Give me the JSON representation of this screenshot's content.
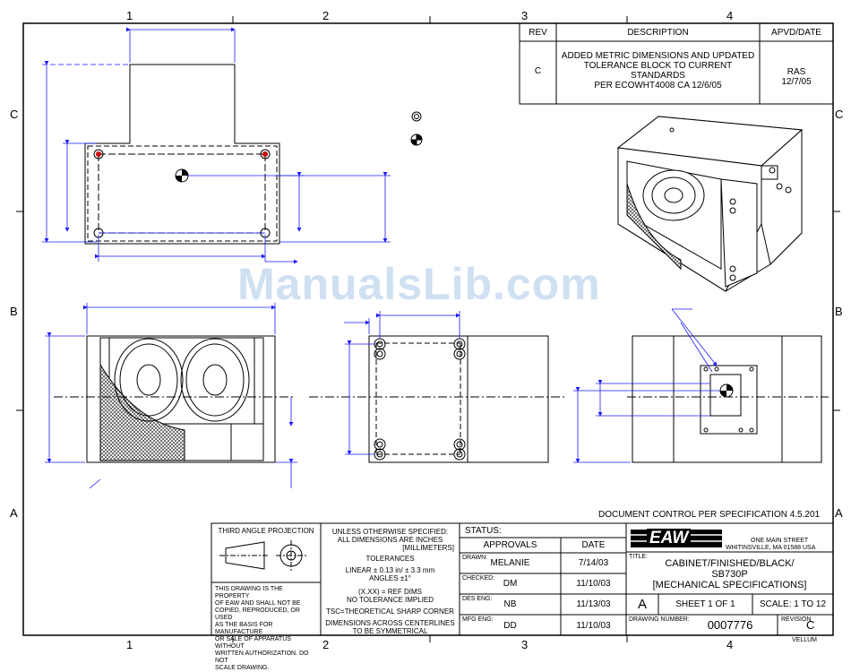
{
  "border": {
    "zones_top": [
      "1",
      "2",
      "3",
      "4"
    ],
    "zones_bottom": [
      "1",
      "2",
      "3",
      "4"
    ],
    "zones_left": [
      "C",
      "B",
      "A"
    ],
    "zones_right": [
      "C",
      "B",
      "A"
    ]
  },
  "revision_block": {
    "headers": {
      "rev": "REV",
      "description": "DESCRIPTION",
      "approved": "APVD/DATE"
    },
    "rev": "C",
    "description_lines": [
      "ADDED METRIC DIMENSIONS AND UPDATED",
      "TOLERANCE BLOCK TO CURRENT",
      "STANDARDS",
      "PER ECOWHT4008 CA 12/6/05"
    ],
    "approved_lines": [
      "RAS",
      "12/7/05"
    ]
  },
  "watermark": "ManualsLib.com",
  "doc_control": "DOCUMENT CONTROL PER SPECIFICATION 4.5.201",
  "projection": {
    "label": "THIRD ANGLE PROJECTION"
  },
  "property_notice": [
    "THIS DRAWING IS THE PROPERTY",
    "OF EAW AND SHALL NOT BE",
    "COPIED, REPRODUCED, OR USED",
    "AS THE BASIS FOR MANUFACTURE",
    "OR SALE OF APPARATUS WITHOUT",
    "WRITTEN AUTHORIZATION. DO NOT",
    "SCALE DRAWING."
  ],
  "tolerance_block": {
    "lines1": [
      "UNLESS OTHERWISE SPECIFIED:",
      "ALL DIMENSIONS ARE INCHES",
      "[MILLIMETERS]"
    ],
    "tolerances": "TOLERANCES",
    "linear": "LINEAR ± 0.13 in/ ± 3.3 mm",
    "angles": "ANGLES ±1°",
    "ref": "(X.XX) = REF DIMS",
    "no_tol": "NO TOLERANCE IMPLIED",
    "tsc": "TSC=THEORETICAL SHARP CORNER",
    "sym1": "DIMENSIONS ACROSS CENTERLINES",
    "sym2": "TO BE SYMMETRICAL"
  },
  "approvals": {
    "status_label": "STATUS:",
    "approvals_label": "APPROVALS",
    "date_label": "DATE",
    "rows": [
      {
        "role": "DRAWN:",
        "name": "MELANIE",
        "date": "7/14/03"
      },
      {
        "role": "CHECKED:",
        "name": "DM",
        "date": "11/10/03"
      },
      {
        "role": "DES ENG:",
        "name": "NB",
        "date": "11/13/03"
      },
      {
        "role": "MFG ENG:",
        "name": "DD",
        "date": "11/10/03"
      }
    ]
  },
  "title_block": {
    "logo": "EAW",
    "address1": "ONE MAIN STREET",
    "address2": "WHITINSVILLE, MA   01588   USA",
    "title_label": "TITLE:",
    "title_lines": [
      "CABINET/FINISHED/BLACK/",
      "SB730P",
      "[MECHANICAL SPECIFICATIONS]"
    ],
    "size": "A",
    "sheet": "SHEET 1 OF 1",
    "scale": "SCALE: 1 TO 12",
    "drawing_number_label": "DRAWING NUMBER:",
    "drawing_number": "0007776",
    "revision_label": "REVISION",
    "revision": "C",
    "vellum": "VELLUM"
  },
  "colors": {
    "line": "#000000",
    "dimension": "#1a1aff",
    "center_mark": "#cc0000",
    "watermark": "#cfe0f2"
  }
}
